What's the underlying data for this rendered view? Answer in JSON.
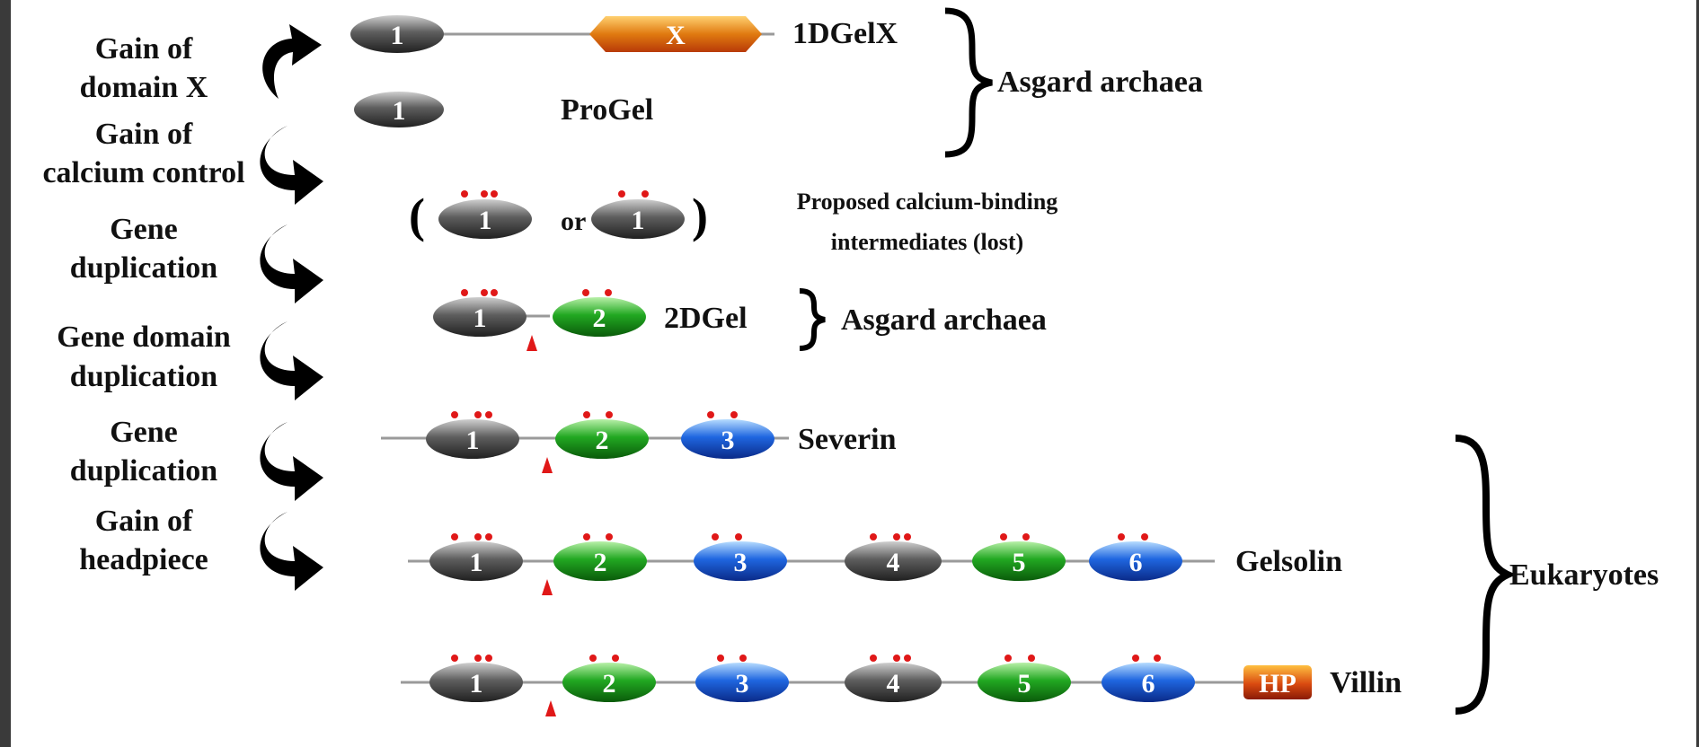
{
  "colors": {
    "gray_domain": "#5a5a5a",
    "green_domain": "#1e9e1e",
    "blue_domain": "#1f5fd6",
    "x_domain": "#e07a10",
    "hp_domain": "#d94a10",
    "calcium_dot": "#e01818",
    "cleavage_marker": "#e01818",
    "linker": "#9a9a9a"
  },
  "steps": [
    {
      "line1": "Gain",
      "line2": "of domain X",
      "raw1": "Gain of",
      "raw2": "domain X"
    },
    {
      "line1": "Gain of",
      "line2": "calcium control"
    },
    {
      "line1": "Gene",
      "line2": "duplication"
    },
    {
      "line1": "Gene domain",
      "line2": "duplication"
    },
    {
      "line1": "Gene",
      "line2": "duplication"
    },
    {
      "line1": "Gain of",
      "line2": "headpiece"
    }
  ],
  "proteins": {
    "p1DGelX": {
      "label": "1DGelX",
      "d1": "1",
      "dx": "X"
    },
    "pProGel": {
      "label": "ProGel",
      "d1": "1"
    },
    "intermediates": {
      "open": "(",
      "close": ")",
      "or": "or",
      "d1a": "1",
      "d1b": "1",
      "label1": "Proposed calcium-binding",
      "label2": "intermediates (lost)"
    },
    "p2DGel": {
      "label": "2DGel",
      "d1": "1",
      "d2": "2"
    },
    "severin": {
      "label": "Severin",
      "d1": "1",
      "d2": "2",
      "d3": "3"
    },
    "gelsolin": {
      "label": "Gelsolin",
      "d1": "1",
      "d2": "2",
      "d3": "3",
      "d4": "4",
      "d5": "5",
      "d6": "6"
    },
    "villin": {
      "label": "Villin",
      "d1": "1",
      "d2": "2",
      "d3": "3",
      "d4": "4",
      "d5": "5",
      "d6": "6",
      "hp": "HP"
    }
  },
  "groups": {
    "asgard1": "Asgard archaea",
    "asgard2": "Asgard archaea",
    "eukaryotes": "Eukaryotes"
  }
}
